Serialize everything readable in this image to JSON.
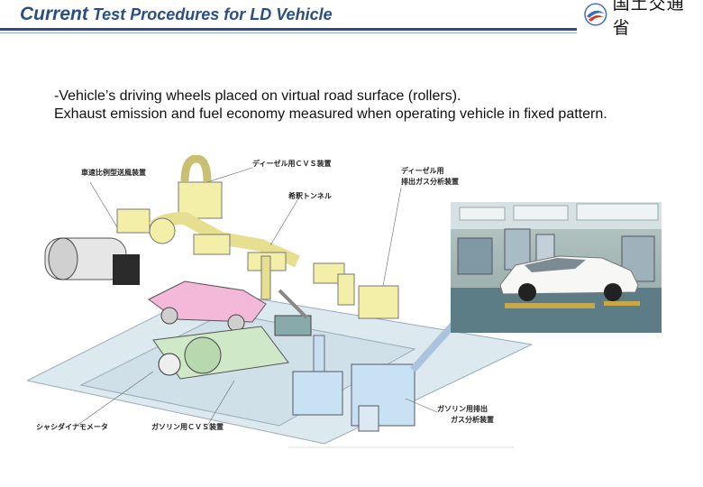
{
  "header": {
    "title_first": "Current",
    "title_rest": " Test Procedures for LD Vehicle",
    "ministry_name": "国土交通省",
    "title_color": "#2a4f86"
  },
  "body": {
    "line1": "-Vehicle’s driving wheels placed on virtual road surface (rollers).",
    "line2": "Exhaust emission and fuel economy measured when operating vehicle in fixed pattern."
  },
  "diagram": {
    "labels": {
      "diesel_cvs": "ディーゼル用ＣＶＳ装置",
      "speed_blower": "車速比例型送風装置",
      "dilution_tunnel": "希釈トンネル",
      "diesel_analyzer_1": "ディーゼル用",
      "diesel_analyzer_2": "排出ガス分析装置",
      "chassis_dyno": "シャシダイナモメータ",
      "gasoline_cvs": "ガソリン用ＣＶＳ装置",
      "gasoline_analyzer_1": "ガソリン用排出",
      "gasoline_analyzer_2": "ガス分析装置"
    }
  }
}
